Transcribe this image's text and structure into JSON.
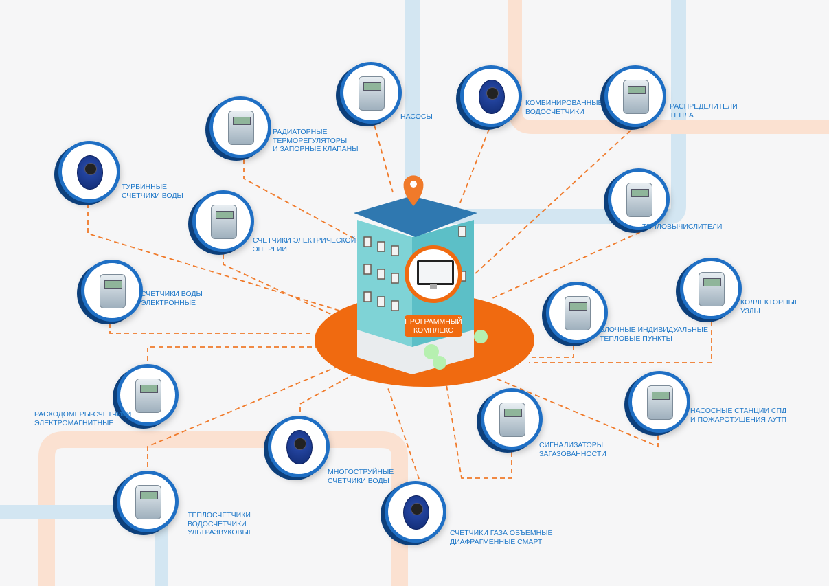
{
  "center": {
    "label": "ПРОГРАММНЫЙ\nКОМПЛЕКС"
  },
  "colors": {
    "accent": "#f06a10",
    "ring": "#1f6fc4",
    "text": "#1f78c8",
    "pipe_blue": "#d3e6f2",
    "pipe_orange": "#fbe1d1"
  },
  "nodes": [
    {
      "id": "turbine-water-meters",
      "label": "ТУРБИННЫЕ\nСЧЕТЧИКИ ВОДЫ"
    },
    {
      "id": "radiator-thermoregulators",
      "label": "РАДИАТОРНЫЕ\nТЕРМОРЕГУЛЯТОРЫ\nИ ЗАПОРНЫЕ КЛАПАНЫ"
    },
    {
      "id": "pumps",
      "label": "НАСОСЫ"
    },
    {
      "id": "combined-water-meters",
      "label": "КОМБИНИРОВАННЫЕ\nВОДОСЧЕТЧИКИ"
    },
    {
      "id": "heat-distributors",
      "label": "РАСПРЕДЕЛИТЕЛИ\nТЕПЛА"
    },
    {
      "id": "heat-calculators",
      "label": "ТЕПЛОВЫЧИСЛИТЕЛИ"
    },
    {
      "id": "collector-units",
      "label": "КОЛЛЕКТОРНЫЕ\nУЗЛЫ"
    },
    {
      "id": "block-heat-points",
      "label": "БЛОЧНЫЕ ИНДИВИДУАЛЬНЫЕ\nТЕПЛОВЫЕ ПУНКТЫ"
    },
    {
      "id": "pump-stations",
      "label": "НАСОСНЫЕ СТАНЦИИ СПД\nИ ПОЖАРОТУШЕНИЯ АУТП"
    },
    {
      "id": "gas-alarms",
      "label": "СИГНАЛИЗАТОРЫ\nЗАГАЗОВАННОСТИ"
    },
    {
      "id": "gas-meters",
      "label": "СЧЕТЧИКИ ГАЗА ОБЪЕМНЫЕ\nДИАФРАГМЕННЫЕ СМАРТ"
    },
    {
      "id": "multijet-water-meters",
      "label": "МНОГОСТРУЙНЫЕ\nСЧЕТЧИКИ ВОДЫ"
    },
    {
      "id": "ultrasonic-heat-meters",
      "label": "ТЕПЛОСЧЕТЧИКИ\nВОДОСЧЕТЧИКИ\nУЛЬТРАЗВУКОВЫЕ"
    },
    {
      "id": "electromagnetic-flow-meters",
      "label": "РАСХОДОМЕРЫ-СЧЕТЧИКИ\nЭЛЕКТРОМАГНИТНЫЕ"
    },
    {
      "id": "electronic-water-meters",
      "label": "СЧЕТЧИКИ ВОДЫ\nЭЛЕКТРОННЫЕ"
    },
    {
      "id": "electricity-meters",
      "label": "СЧЕТЧИКИ ЭЛЕКТРИЧЕСКОЙ\nЭНЕРГИИ"
    }
  ]
}
